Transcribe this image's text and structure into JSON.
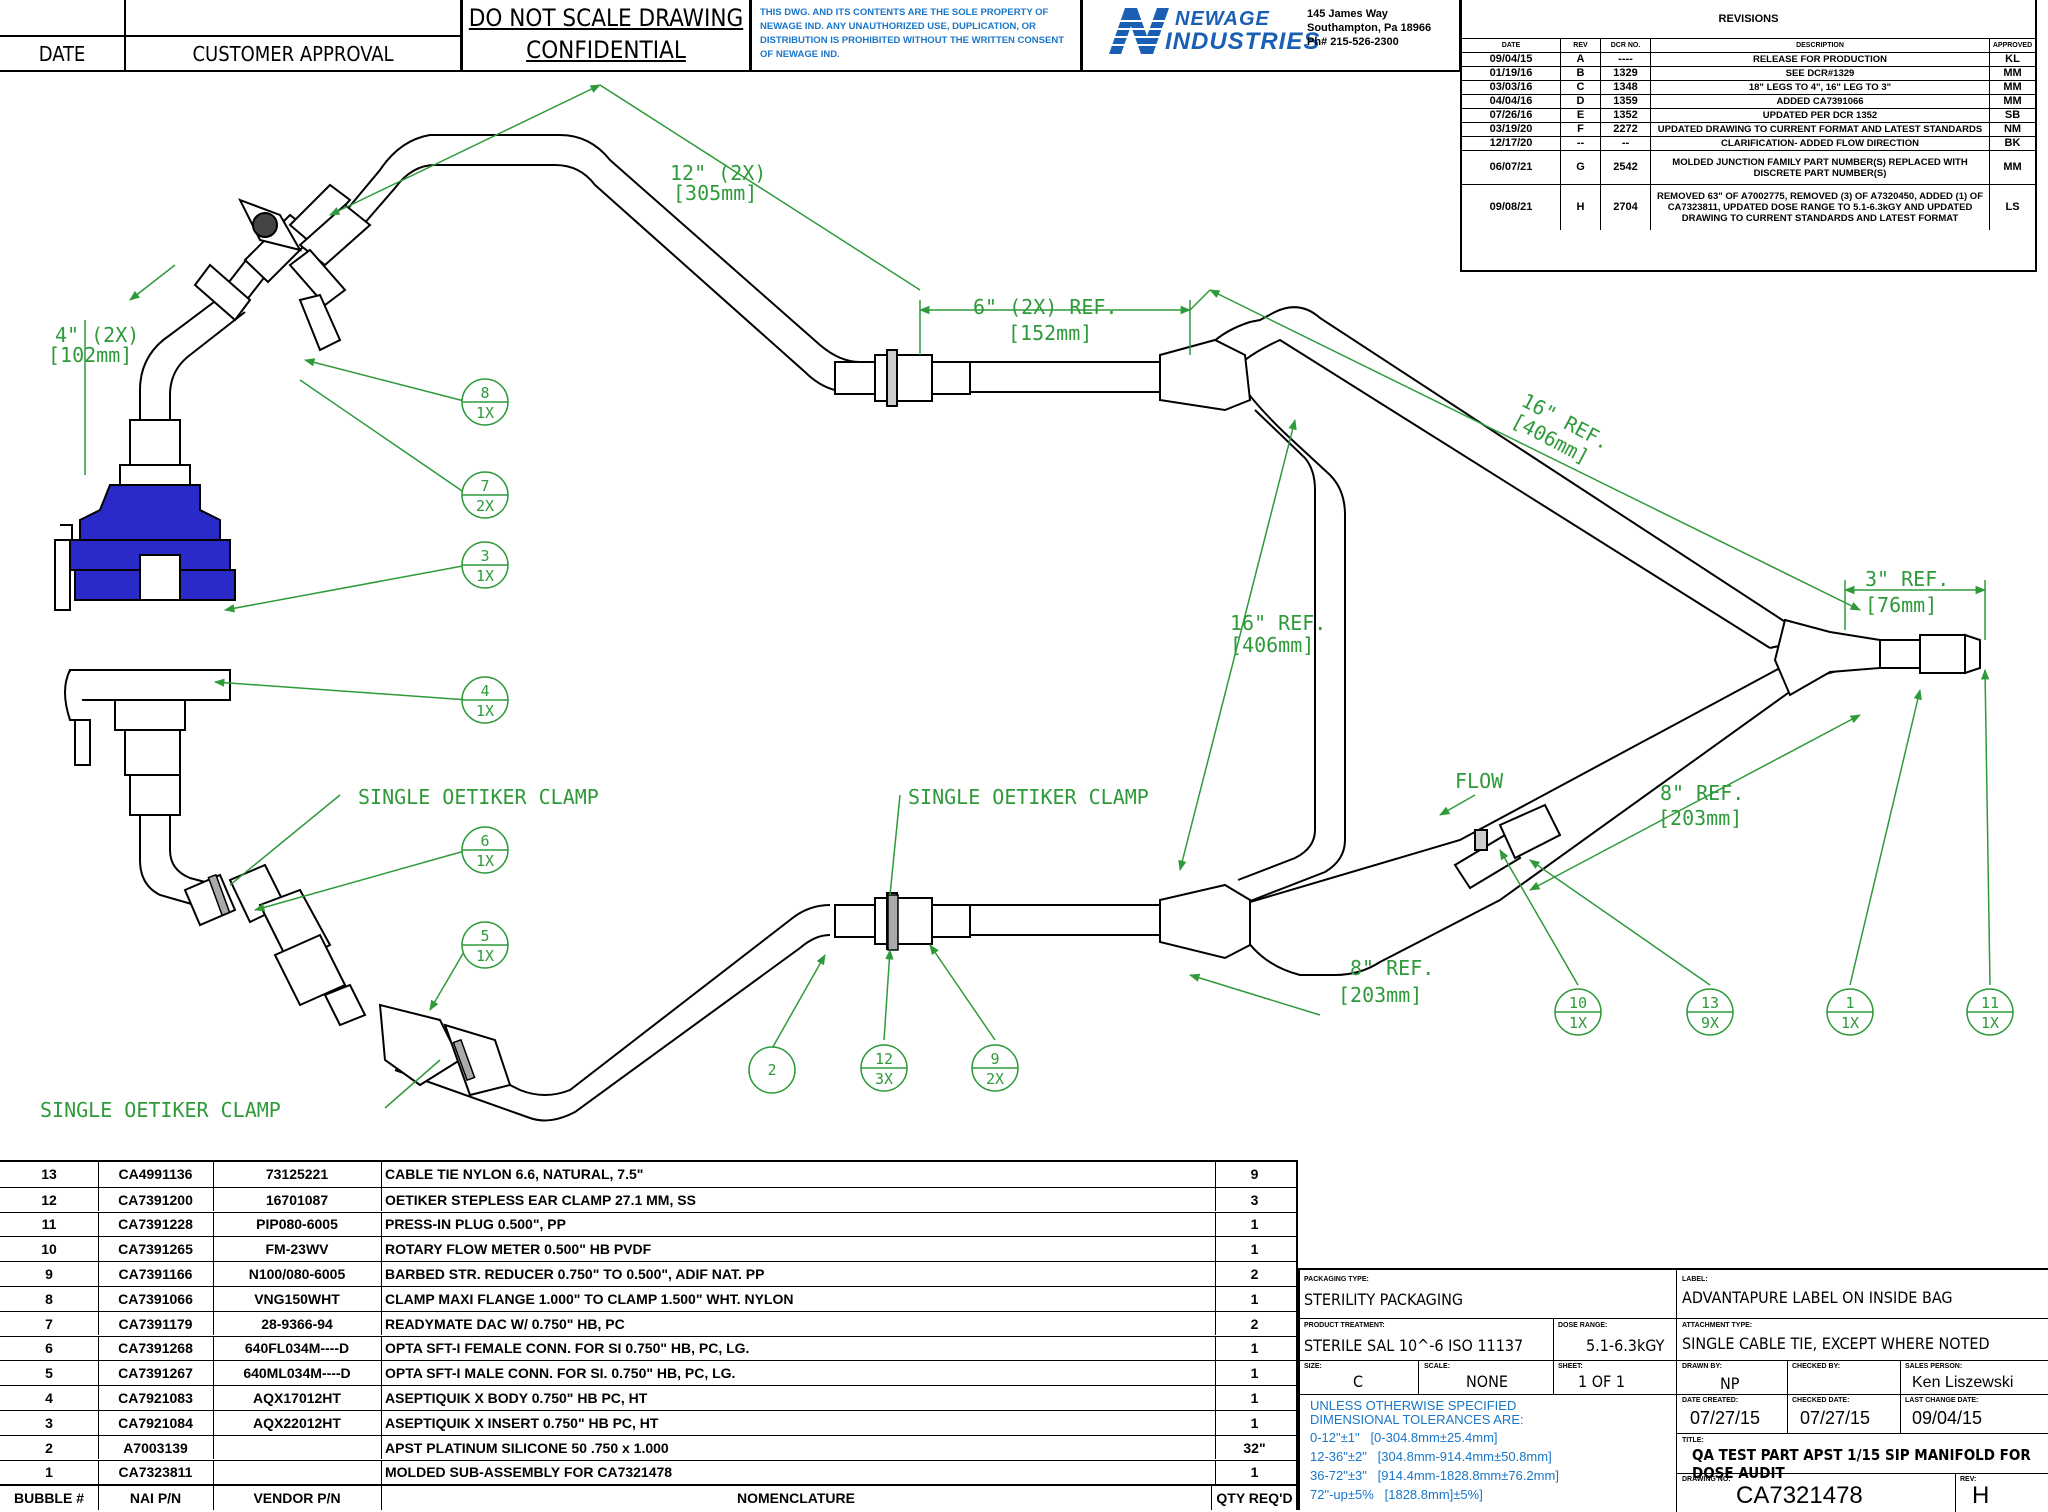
{
  "header": {
    "date_label": "DATE",
    "customer_approval": "CUSTOMER APPROVAL",
    "do_not_scale": "DO NOT SCALE DRAWING",
    "confidential": "CONFIDENTIAL",
    "notice": "THIS DWG. AND ITS CONTENTS ARE THE SOLE PROPERTY OF NEWAGE IND. ANY UNAUTHORIZED USE, DUPLICATION, OR DISTRIBUTION IS PROHIBITED WITHOUT THE WRITTEN CONSENT OF NEWAGE IND.",
    "logo_line1": "NEWAGE",
    "logo_line2": "INDUSTRIES",
    "address_1": "145 James Way",
    "address_2": "Southampton, Pa 18966",
    "address_3": "Ph# 215-526-2300"
  },
  "revisions": {
    "title": "REVISIONS",
    "headers": [
      "DATE",
      "REV",
      "DCR NO.",
      "DESCRIPTION",
      "APPROVED"
    ],
    "rows": [
      {
        "date": "09/04/15",
        "rev": "A",
        "dcr": "----",
        "desc": "RELEASE FOR PRODUCTION",
        "approved": "KL"
      },
      {
        "date": "01/19/16",
        "rev": "B",
        "dcr": "1329",
        "desc": "SEE DCR#1329",
        "approved": "MM"
      },
      {
        "date": "03/03/16",
        "rev": "C",
        "dcr": "1348",
        "desc": "18\" LEGS TO 4\", 16\" LEG TO 3\"",
        "approved": "MM"
      },
      {
        "date": "04/04/16",
        "rev": "D",
        "dcr": "1359",
        "desc": "ADDED CA7391066",
        "approved": "MM"
      },
      {
        "date": "07/26/16",
        "rev": "E",
        "dcr": "1352",
        "desc": "UPDATED PER DCR 1352",
        "approved": "SB"
      },
      {
        "date": "03/19/20",
        "rev": "F",
        "dcr": "2272",
        "desc": "UPDATED DRAWING TO CURRENT FORMAT AND LATEST STANDARDS",
        "approved": "NM"
      },
      {
        "date": "12/17/20",
        "rev": "--",
        "dcr": "--",
        "desc": "CLARIFICATION- ADDED FLOW DIRECTION",
        "approved": "BK"
      },
      {
        "date": "06/07/21",
        "rev": "G",
        "dcr": "2542",
        "desc": "MOLDED JUNCTION FAMILY PART NUMBER(S) REPLACED WITH DISCRETE PART NUMBER(S)",
        "approved": "MM"
      },
      {
        "date": "09/08/21",
        "rev": "H",
        "dcr": "2704",
        "desc": "REMOVED 63\" OF A7002775, REMOVED (3) OF A7320450, ADDED (1) OF CA7323811, UPDATED DOSE RANGE TO 5.1-6.3kGY AND UPDATED DRAWING TO CURRENT STANDARDS AND LATEST FORMAT",
        "approved": "LS"
      }
    ]
  },
  "dimensions": {
    "d12": "12\" (2X)",
    "d12mm": "[305mm]",
    "d4": "4\" (2X)",
    "d4mm": "[102mm]",
    "d6": "6\" (2X) REF.",
    "d6mm": "[152mm]",
    "d16a": "16\" REF.",
    "d16amm": "[406mm]",
    "d16b": "16\" REF.",
    "d16bmm": "[406mm]",
    "d3": "3\" REF.",
    "d3mm": "[76mm]",
    "d8a": "8\" REF.",
    "d8amm": "[203mm]",
    "d8b": "8\" REF.",
    "d8bmm": "[203mm]",
    "flow": "FLOW",
    "clamp_note": "SINGLE OETIKER CLAMP"
  },
  "bubbles": [
    {
      "num": "8",
      "qty": "1X"
    },
    {
      "num": "7",
      "qty": "2X"
    },
    {
      "num": "3",
      "qty": "1X"
    },
    {
      "num": "4",
      "qty": "1X"
    },
    {
      "num": "6",
      "qty": "1X"
    },
    {
      "num": "5",
      "qty": "1X"
    },
    {
      "num": "2",
      "qty": ""
    },
    {
      "num": "12",
      "qty": "3X"
    },
    {
      "num": "9",
      "qty": "2X"
    },
    {
      "num": "10",
      "qty": "1X"
    },
    {
      "num": "13",
      "qty": "9X"
    },
    {
      "num": "1",
      "qty": "1X"
    },
    {
      "num": "11",
      "qty": "1X"
    }
  ],
  "bom": {
    "headers": [
      "BUBBLE #",
      "NAI P/N",
      "VENDOR P/N",
      "NOMENCLATURE",
      "QTY REQ'D"
    ],
    "rows": [
      {
        "bubble": "13",
        "nai": "CA4991136",
        "vendor": "73125221",
        "nomenclature": "CABLE TIE NYLON 6.6, NATURAL, 7.5\"",
        "qty": "9"
      },
      {
        "bubble": "12",
        "nai": "CA7391200",
        "vendor": "16701087",
        "nomenclature": "OETIKER STEPLESS EAR CLAMP 27.1 MM, SS",
        "qty": "3"
      },
      {
        "bubble": "11",
        "nai": "CA7391228",
        "vendor": "PIP080-6005",
        "nomenclature": "PRESS-IN PLUG 0.500\", PP",
        "qty": "1"
      },
      {
        "bubble": "10",
        "nai": "CA7391265",
        "vendor": "FM-23WV",
        "nomenclature": "ROTARY FLOW METER 0.500\" HB PVDF",
        "qty": "1"
      },
      {
        "bubble": "9",
        "nai": "CA7391166",
        "vendor": "N100/080-6005",
        "nomenclature": "BARBED STR. REDUCER 0.750\" TO 0.500\", ADIF NAT. PP",
        "qty": "2"
      },
      {
        "bubble": "8",
        "nai": "CA7391066",
        "vendor": "VNG150WHT",
        "nomenclature": "CLAMP MAXI FLANGE 1.000\" TO CLAMP 1.500\" WHT. NYLON",
        "qty": "1"
      },
      {
        "bubble": "7",
        "nai": "CA7391179",
        "vendor": "28-9366-94",
        "nomenclature": "READYMATE DAC W/ 0.750\" HB, PC",
        "qty": "2"
      },
      {
        "bubble": "6",
        "nai": "CA7391268",
        "vendor": "640FL034M----D",
        "nomenclature": "OPTA SFT-I FEMALE CONN. FOR SI 0.750\" HB, PC, LG.",
        "qty": "1"
      },
      {
        "bubble": "5",
        "nai": "CA7391267",
        "vendor": "640ML034M----D",
        "nomenclature": "OPTA SFT-I MALE CONN. FOR SI. 0.750\" HB, PC, LG.",
        "qty": "1"
      },
      {
        "bubble": "4",
        "nai": "CA7921083",
        "vendor": "AQX17012HT",
        "nomenclature": "ASEPTIQUIK X BODY 0.750\" HB PC, HT",
        "qty": "1"
      },
      {
        "bubble": "3",
        "nai": "CA7921084",
        "vendor": "AQX22012HT",
        "nomenclature": "ASEPTIQUIK X INSERT 0.750\" HB PC, HT",
        "qty": "1"
      },
      {
        "bubble": "2",
        "nai": "A7003139",
        "vendor": "",
        "nomenclature": "APST PLATINUM SILICONE 50 .750 x 1.000",
        "qty": "32\""
      },
      {
        "bubble": "1",
        "nai": "CA7323811",
        "vendor": "",
        "nomenclature": "MOLDED SUB-ASSEMBLY FOR CA7321478",
        "qty": "1"
      }
    ]
  },
  "title_block": {
    "packaging_type_label": "PACKAGING TYPE:",
    "packaging_type": "STERILITY PACKAGING",
    "label_label": "LABEL:",
    "label": "ADVANTAPURE LABEL ON INSIDE BAG",
    "product_treatment_label": "PRODUCT TREATMENT:",
    "product_treatment": "STERILE SAL 10^-6 ISO 11137",
    "dose_range_label": "DOSE RANGE:",
    "dose_range": "5.1-6.3kGY",
    "attachment_label": "ATTACHMENT TYPE:",
    "attachment": "SINGLE CABLE TIE, EXCEPT WHERE NOTED",
    "size_label": "SIZE:",
    "size": "C",
    "scale_label": "SCALE:",
    "scale": "NONE",
    "sheet_label": "SHEET:",
    "sheet": "1 OF 1",
    "drawn_by_label": "DRAWN BY:",
    "drawn_by": "NP",
    "checked_by_label": "CHECKED BY:",
    "checked_by": "",
    "sales_person_label": "SALES PERSON:",
    "sales_person": "Ken Liszewski",
    "tolerances_title_1": "UNLESS OTHERWISE SPECIFIED",
    "tolerances_title_2": "DIMENSIONAL TOLERANCES ARE:",
    "tolerances": [
      "0-12\"±1\"   [0-304.8mm±25.4mm]",
      "12-36\"±2\"   [304.8mm-914.4mm±50.8mm]",
      "36-72\"±3\"   [914.4mm-1828.8mm±76.2mm]",
      "72\"-up±5%   [1828.8mm]±5%]"
    ],
    "date_created_label": "DATE CREATED:",
    "date_created": "07/27/15",
    "checked_date_label": "CHECKED DATE:",
    "checked_date": "07/27/15",
    "last_change_label": "LAST CHANGE DATE:",
    "last_change": "09/04/15",
    "title_label": "TITLE:",
    "title": "QA TEST PART APST 1/15 SIP MANIFOLD FOR DOSE AUDIT",
    "drawing_no_label": "DRAWING NO:",
    "drawing_no": "CA7321478",
    "rev_label": "REV:",
    "rev": "H"
  }
}
